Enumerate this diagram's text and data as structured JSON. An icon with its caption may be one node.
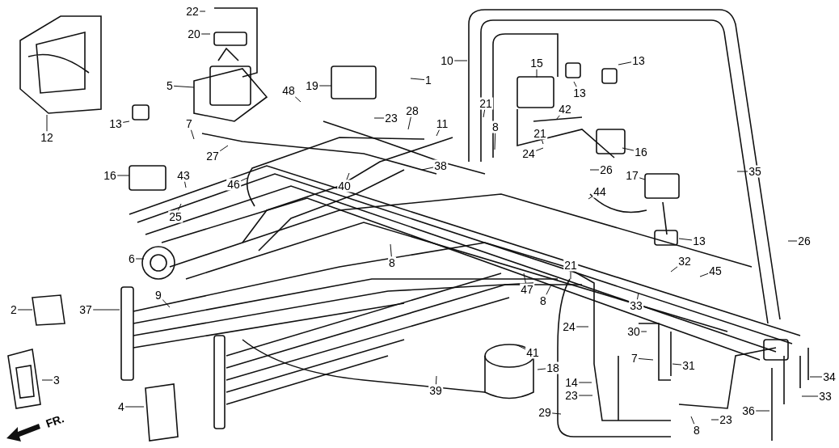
{
  "diagram": {
    "nodes": [
      {
        "text": [
          "22"
        ]
      },
      {
        "text": [
          "20"
        ]
      },
      {
        "text": [
          "10"
        ]
      },
      {
        "text": [
          "13"
        ]
      },
      {
        "text": [
          "15"
        ]
      },
      {
        "text": [
          "1"
        ]
      },
      {
        "text": [
          "5"
        ]
      },
      {
        "text": [
          "19"
        ]
      },
      {
        "text": [
          "48"
        ]
      },
      {
        "text": [
          "13"
        ]
      },
      {
        "text": [
          "21"
        ]
      },
      {
        "text": [
          "28"
        ]
      },
      {
        "text": [
          "23"
        ]
      },
      {
        "text": [
          "42"
        ]
      },
      {
        "text": [
          "13"
        ]
      },
      {
        "text": [
          "7"
        ]
      },
      {
        "text": [
          "11"
        ]
      },
      {
        "text": [
          "8"
        ]
      },
      {
        "text": [
          "21"
        ]
      },
      {
        "text": [
          "12"
        ]
      },
      {
        "text": [
          "24"
        ]
      },
      {
        "text": [
          "16"
        ]
      },
      {
        "text": [
          "27"
        ]
      },
      {
        "text": [
          "38"
        ]
      },
      {
        "text": [
          "26"
        ]
      },
      {
        "text": [
          "35"
        ]
      },
      {
        "text": [
          "16"
        ]
      },
      {
        "text": [
          "43"
        ]
      },
      {
        "text": [
          "17"
        ]
      },
      {
        "text": [
          "46"
        ]
      },
      {
        "text": [
          "40"
        ]
      },
      {
        "text": [
          "44"
        ]
      },
      {
        "text": [
          "25"
        ]
      },
      {
        "text": [
          "13"
        ]
      },
      {
        "text": [
          "26"
        ]
      },
      {
        "text": [
          "6"
        ]
      },
      {
        "text": [
          "32"
        ]
      },
      {
        "text": [
          "8"
        ]
      },
      {
        "text": [
          "21"
        ]
      },
      {
        "text": [
          "45"
        ]
      },
      {
        "text": [
          "47"
        ]
      },
      {
        "text": [
          "9"
        ]
      },
      {
        "text": [
          "8"
        ]
      },
      {
        "text": [
          "33"
        ]
      },
      {
        "text": [
          "2"
        ]
      },
      {
        "text": [
          "37"
        ]
      },
      {
        "text": [
          "24"
        ]
      },
      {
        "text": [
          "30"
        ]
      },
      {
        "text": [
          "41"
        ]
      },
      {
        "text": [
          "7"
        ]
      },
      {
        "text": [
          "31"
        ]
      },
      {
        "text": [
          "18"
        ]
      },
      {
        "text": [
          "34"
        ]
      },
      {
        "text": [
          "3"
        ]
      },
      {
        "text": [
          "14"
        ]
      },
      {
        "text": [
          "39"
        ]
      },
      {
        "text": [
          "33"
        ]
      },
      {
        "text": [
          "4"
        ]
      },
      {
        "text": [
          "29"
        ]
      },
      {
        "text": [
          "36"
        ]
      },
      {
        "text": [
          "23"
        ]
      },
      {
        "text": [
          "23"
        ]
      },
      {
        "text": [
          "8"
        ]
      }
    ],
    "edges": [
      {
        "from": 0,
        "to": null,
        "arrow": "none"
      },
      {
        "from": 1,
        "to": null,
        "arrow": "none"
      },
      {
        "from": 2,
        "to": null,
        "arrow": "none"
      },
      {
        "from": 3,
        "to": null,
        "arrow": "none"
      },
      {
        "from": 4,
        "to": null,
        "arrow": "none"
      },
      {
        "from": 5,
        "to": null,
        "arrow": "none"
      },
      {
        "from": 6,
        "to": null,
        "arrow": "none"
      },
      {
        "from": 7,
        "to": null,
        "arrow": "none"
      },
      {
        "from": 8,
        "to": null,
        "arrow": "none"
      },
      {
        "from": 9,
        "to": null,
        "arrow": "none"
      },
      {
        "from": 10,
        "to": null,
        "arrow": "none"
      },
      {
        "from": 11,
        "to": null,
        "arrow": "none"
      },
      {
        "from": 12,
        "to": null,
        "arrow": "none"
      },
      {
        "from": 13,
        "to": null,
        "arrow": "none"
      },
      {
        "from": 14,
        "to": null,
        "arrow": "none"
      },
      {
        "from": 15,
        "to": null,
        "arrow": "none"
      },
      {
        "from": 16,
        "to": null,
        "arrow": "none"
      },
      {
        "from": 17,
        "to": null,
        "arrow": "none"
      },
      {
        "from": 18,
        "to": null,
        "arrow": "none"
      },
      {
        "from": 19,
        "to": null,
        "arrow": "none"
      },
      {
        "from": 20,
        "to": null,
        "arrow": "none"
      },
      {
        "from": 21,
        "to": null,
        "arrow": "none"
      },
      {
        "from": 22,
        "to": null,
        "arrow": "none"
      },
      {
        "from": 23,
        "to": null,
        "arrow": "none"
      },
      {
        "from": 24,
        "to": null,
        "arrow": "none"
      },
      {
        "from": 25,
        "to": null,
        "arrow": "none"
      },
      {
        "from": 26,
        "to": null,
        "arrow": "none"
      },
      {
        "from": 27,
        "to": null,
        "arrow": "none"
      },
      {
        "from": 28,
        "to": null,
        "arrow": "none"
      },
      {
        "from": 29,
        "to": null,
        "arrow": "none"
      },
      {
        "from": 30,
        "to": null,
        "arrow": "none"
      },
      {
        "from": 31,
        "to": null,
        "arrow": "none"
      },
      {
        "from": 32,
        "to": null,
        "arrow": "none"
      },
      {
        "from": 33,
        "to": null,
        "arrow": "none"
      },
      {
        "from": 34,
        "to": null,
        "arrow": "none"
      },
      {
        "from": 35,
        "to": null,
        "arrow": "none"
      },
      {
        "from": 36,
        "to": null,
        "arrow": "none"
      },
      {
        "from": 37,
        "to": null,
        "arrow": "none"
      },
      {
        "from": 38,
        "to": null,
        "arrow": "none"
      },
      {
        "from": 39,
        "to": null,
        "arrow": "none"
      },
      {
        "from": 40,
        "to": null,
        "arrow": "none"
      },
      {
        "from": 41,
        "to": null,
        "arrow": "none"
      },
      {
        "from": 42,
        "to": null,
        "arrow": "none"
      },
      {
        "from": 43,
        "to": null,
        "arrow": "none"
      },
      {
        "from": 44,
        "to": null,
        "arrow": "none"
      },
      {
        "from": 45,
        "to": null,
        "arrow": "none"
      },
      {
        "from": 46,
        "to": null,
        "arrow": "none"
      },
      {
        "from": 47,
        "to": null,
        "arrow": "none"
      },
      {
        "from": 48,
        "to": null,
        "arrow": "none"
      },
      {
        "from": 49,
        "to": null,
        "arrow": "none"
      },
      {
        "from": 50,
        "to": null,
        "arrow": "none"
      },
      {
        "from": 51,
        "to": null,
        "arrow": "none"
      },
      {
        "from": 52,
        "to": null,
        "arrow": "none"
      },
      {
        "from": 53,
        "to": null,
        "arrow": "none"
      },
      {
        "from": 54,
        "to": null,
        "arrow": "none"
      },
      {
        "from": 55,
        "to": null,
        "arrow": "none"
      },
      {
        "from": 56,
        "to": null,
        "arrow": "none"
      },
      {
        "from": 57,
        "to": null,
        "arrow": "none"
      },
      {
        "from": 58,
        "to": null,
        "arrow": "none"
      },
      {
        "from": 59,
        "to": null,
        "arrow": "none"
      },
      {
        "from": 60,
        "to": null,
        "arrow": "none"
      },
      {
        "from": 61,
        "to": null,
        "arrow": "none"
      },
      {
        "from": 62,
        "to": null,
        "arrow": "none"
      }
    ],
    "labels": [
      "FR."
    ]
  }
}
